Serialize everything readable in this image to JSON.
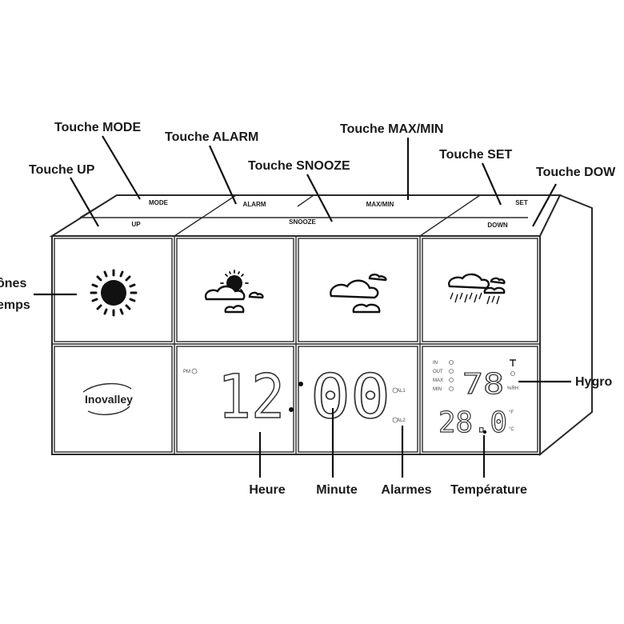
{
  "callouts": {
    "mode": "Touche MODE",
    "alarm": "Touche ALARM",
    "maxmin": "Touche MAX/MIN",
    "up": "Touche UP",
    "snooze": "Touche SNOOZE",
    "set": "Touche SET",
    "down": "Touche DOW",
    "icons_line1": "ônes",
    "icons_line2": "emps",
    "hygro": "Hygro",
    "heure": "Heure",
    "minute": "Minute",
    "alarmes": "Alarmes",
    "temperature": "Température"
  },
  "buttons": {
    "mode": "MODE",
    "alarm": "ALARM",
    "maxmin": "MAX/MIN",
    "set": "SET",
    "up": "UP",
    "snooze": "SNOOZE",
    "down": "DOWN"
  },
  "weather_icons": [
    "sunny-icon",
    "partly-cloudy-icon",
    "cloudy-icon",
    "rain-icon"
  ],
  "logo": "Inovalley",
  "clock": {
    "hours": "12",
    "minutes": "00",
    "pm_label": "PM",
    "alarm1_label": "AL1",
    "alarm2_label": "AL2"
  },
  "weather_display": {
    "humidity": "78",
    "temperature": "28.0",
    "mode_labels": [
      "IN",
      "OUT",
      "MAX",
      "MIN"
    ],
    "humidity_unit": "%RH",
    "unit_f": "°F",
    "unit_c": "°C"
  }
}
